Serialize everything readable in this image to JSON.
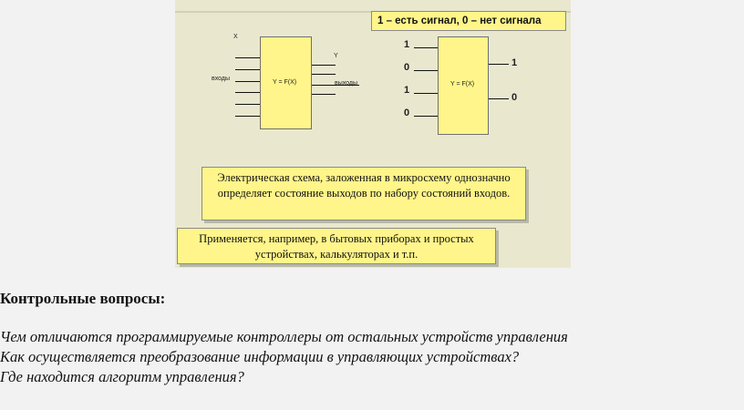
{
  "slide": {
    "legend": "1 – есть сигнал, 0 – нет сигнала",
    "left_diagram": {
      "function_label": "Y = F(X)",
      "x_label": "X",
      "y_label": "Y",
      "inputs_label": "входы",
      "outputs_label": "выходы"
    },
    "right_diagram": {
      "function_label": "Y = F(X)",
      "inputs": [
        "1",
        "0",
        "1",
        "0"
      ],
      "outputs": [
        "1",
        "0"
      ]
    },
    "note_1": "Электрическая схема, заложенная в микросхему однозначно определяет состояние выходов по набору состояний входов.",
    "note_2": "Применяется, например, в бытовых приборах и простых устройствах, калькуляторах и т.п."
  },
  "section": {
    "heading": "Контрольные вопросы:",
    "questions": [
      "Чем отличаются программируемые контроллеры от остальных устройств управления",
      "Как осуществляется преобразование информации в управляющих устройствах?",
      "Где находится алгоритм управления?"
    ]
  }
}
